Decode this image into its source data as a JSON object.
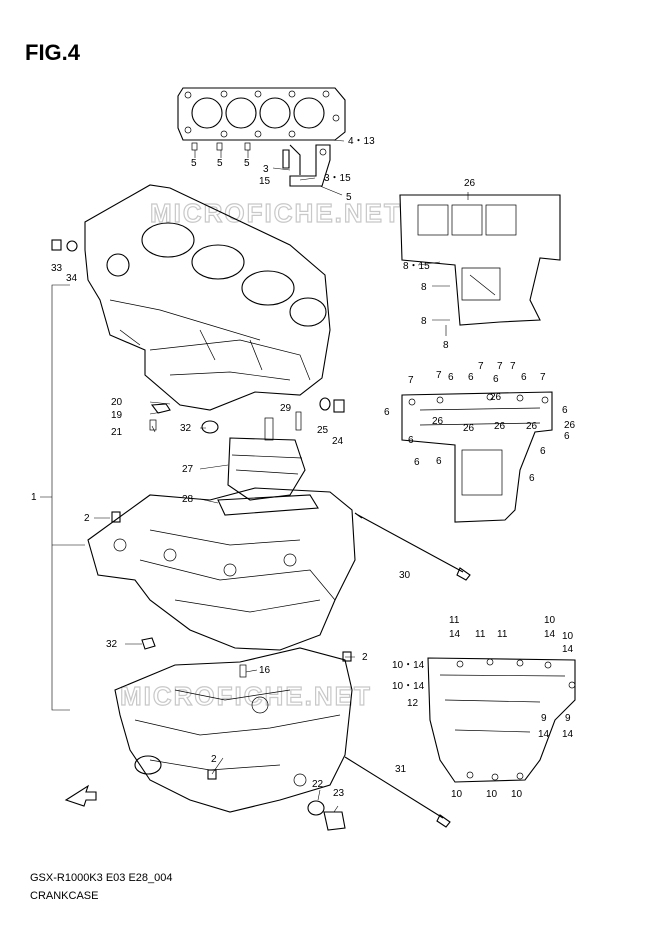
{
  "figure": {
    "title": "FIG.4",
    "model_code": "GSX-R1000K3 E03 E28_004",
    "section_name": "CRANKCASE",
    "watermark": "MICROFICHE.NET"
  },
  "callouts": [
    {
      "label": "4・13"
    },
    {
      "label": "5"
    },
    {
      "label": "5"
    },
    {
      "label": "5"
    },
    {
      "label": "3"
    },
    {
      "label": "15"
    },
    {
      "label": "3・15"
    },
    {
      "label": "5"
    },
    {
      "label": "26"
    },
    {
      "label": "8・15"
    },
    {
      "label": "8"
    },
    {
      "label": "8"
    },
    {
      "label": "8"
    },
    {
      "label": "33"
    },
    {
      "label": "34"
    },
    {
      "label": "1"
    },
    {
      "label": "20"
    },
    {
      "label": "19"
    },
    {
      "label": "21"
    },
    {
      "label": "32"
    },
    {
      "label": "29"
    },
    {
      "label": "25"
    },
    {
      "label": "24"
    },
    {
      "label": "27"
    },
    {
      "label": "28"
    },
    {
      "label": "2"
    },
    {
      "label": "30"
    },
    {
      "label": "32"
    },
    {
      "label": "16"
    },
    {
      "label": "2"
    },
    {
      "label": "2"
    },
    {
      "label": "31"
    },
    {
      "label": "22"
    },
    {
      "label": "23"
    },
    {
      "label": "7"
    },
    {
      "label": "7"
    },
    {
      "label": "6"
    },
    {
      "label": "7"
    },
    {
      "label": "7"
    },
    {
      "label": "7"
    },
    {
      "label": "6"
    },
    {
      "label": "7"
    },
    {
      "label": "6"
    },
    {
      "label": "6"
    },
    {
      "label": "26"
    },
    {
      "label": "6"
    },
    {
      "label": "6"
    },
    {
      "label": "26"
    },
    {
      "label": "26"
    },
    {
      "label": "26"
    },
    {
      "label": "26"
    },
    {
      "label": "26"
    },
    {
      "label": "6"
    },
    {
      "label": "6"
    },
    {
      "label": "6"
    },
    {
      "label": "6"
    },
    {
      "label": "6"
    },
    {
      "label": "6"
    },
    {
      "label": "11"
    },
    {
      "label": "14"
    },
    {
      "label": "11"
    },
    {
      "label": "11"
    },
    {
      "label": "10"
    },
    {
      "label": "14"
    },
    {
      "label": "10"
    },
    {
      "label": "14"
    },
    {
      "label": "10・14"
    },
    {
      "label": "10・14"
    },
    {
      "label": "12"
    },
    {
      "label": "9"
    },
    {
      "label": "9"
    },
    {
      "label": "14"
    },
    {
      "label": "14"
    },
    {
      "label": "10"
    },
    {
      "label": "10"
    },
    {
      "label": "10"
    }
  ]
}
